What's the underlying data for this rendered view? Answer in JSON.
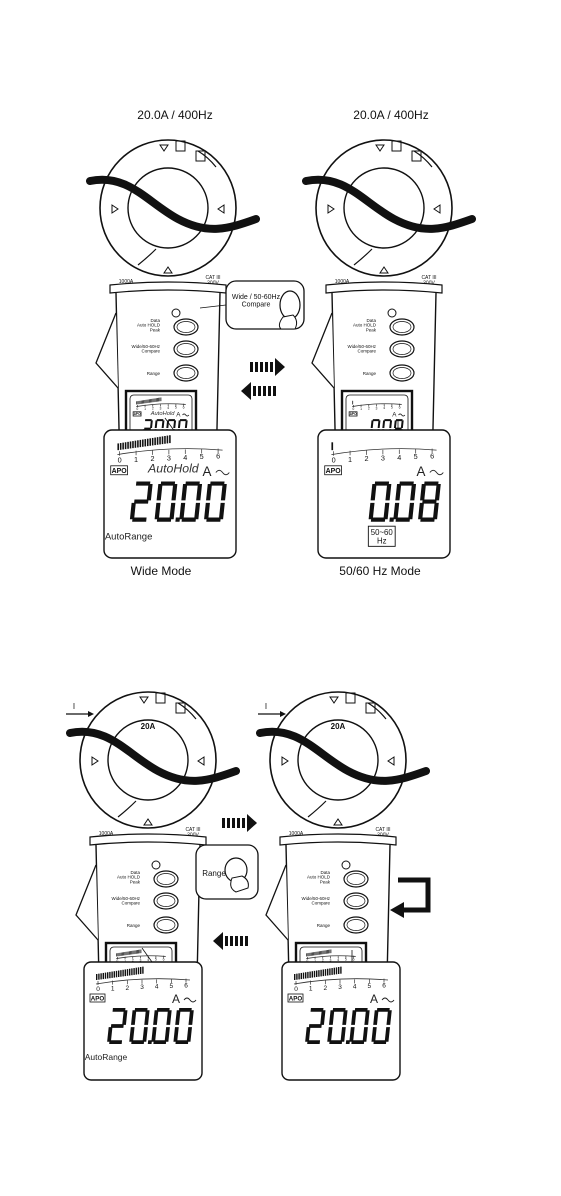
{
  "top_section": {
    "left_title": "20.0A / 400Hz",
    "right_title": "20.0A / 400Hz",
    "left_caption": "Wide Mode",
    "right_caption": "50/60 Hz Mode",
    "callout_label": "Wide / 50-60Hz\nCompare",
    "left_lcd": {
      "reading": "20.00",
      "mode": "AutoHold",
      "unit": "A",
      "status": "APO",
      "range_label": "AutoRange"
    },
    "right_lcd": {
      "reading": "0.08",
      "unit": "A",
      "status": "APO",
      "freq_badge": "50~60\nHz"
    }
  },
  "bottom_section": {
    "current_label": "I",
    "jaw_label": "20A",
    "callout_label": "Range",
    "left_lcd": {
      "reading": "20.00",
      "unit": "A",
      "status": "APO",
      "range_label": "AutoRange"
    },
    "right_lcd": {
      "reading": "20.00",
      "unit": "A",
      "status": "APO"
    }
  },
  "meter": {
    "button_labels": {
      "data_hold": "Data\nAuto HOLD\nPeak",
      "wide": "Wide/50-60Hz\nCompare",
      "range": "Range"
    },
    "jaw_rating": "1000A",
    "cat_rating": "CAT III\n300V",
    "scale_ticks": [
      "0",
      "1",
      "2",
      "3",
      "4",
      "5",
      "6"
    ]
  }
}
